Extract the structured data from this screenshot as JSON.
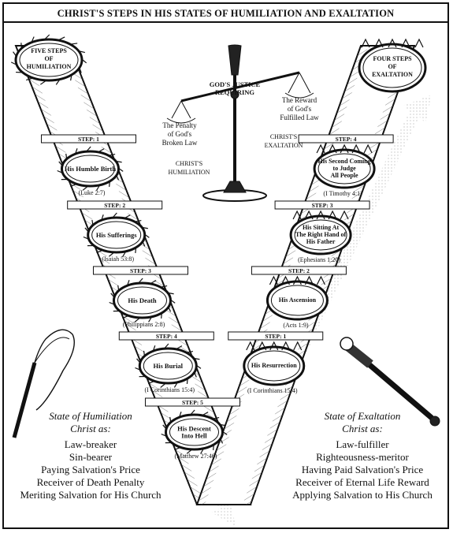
{
  "title": "CHRIST'S STEPS IN HIS STATES OF HUMILIATION AND EXALTATION",
  "humiliation": {
    "header": [
      "FIVE STEPS",
      "OF",
      "HUMILIATION"
    ],
    "steps": [
      {
        "step": "STEP: 1",
        "name": [
          "His Humble Birth"
        ],
        "ref": "(Luke 2:7)"
      },
      {
        "step": "STEP: 2",
        "name": [
          "His Sufferings"
        ],
        "ref": "(Isaiah 53:8)"
      },
      {
        "step": "STEP: 3",
        "name": [
          "His Death"
        ],
        "ref": "(Philippians 2:8)"
      },
      {
        "step": "STEP: 4",
        "name": [
          "His Burial"
        ],
        "ref": "(I Corinthians 15:4)"
      },
      {
        "step": "STEP: 5",
        "name": [
          "His Descent",
          "Into Hell"
        ],
        "ref": "(Matthew 27:46)"
      }
    ],
    "state_heading": [
      "State of Humiliation",
      "Christ as:"
    ],
    "roles": [
      "Law-breaker",
      "Sin-bearer",
      "Paying Salvation's Price",
      "Receiver of Death Penalty",
      "Meriting Salvation for His Church"
    ]
  },
  "exaltation": {
    "header": [
      "FOUR STEPS",
      "OF",
      "EXALTATION"
    ],
    "steps": [
      {
        "step": "STEP: 4",
        "name": [
          "His Second Coming",
          "to Judge",
          "All People"
        ],
        "ref": "(I Timothy 4:1)"
      },
      {
        "step": "STEP: 3",
        "name": [
          "His Sitting At",
          "The Right Hand of",
          "His Father"
        ],
        "ref": "(Ephesians 1:20)"
      },
      {
        "step": "STEP: 2",
        "name": [
          "His Ascension"
        ],
        "ref": "(Acts 1:9)"
      },
      {
        "step": "STEP: 1",
        "name": [
          "His Resurrection"
        ],
        "ref": "(I Corinthians 15:4)"
      }
    ],
    "state_heading": [
      "State of Exaltation",
      "Christ as:"
    ],
    "roles": [
      "Law-fulfiller",
      "Righteousness-meritor",
      "Having Paid Salvation's Price",
      "Receiver of Eternal Life Reward",
      "Applying Salvation to His Church"
    ]
  },
  "scales": {
    "center": [
      "GOD'S JUSTICE",
      "REQUIRING"
    ],
    "left_pan": [
      "The Penalty",
      "of God's",
      "Broken Law"
    ],
    "right_pan": [
      "The Reward",
      "of God's",
      "Fulfilled Law"
    ],
    "left_caption": [
      "CHRIST'S",
      "HUMILIATION"
    ],
    "right_caption": [
      "CHRIST'S",
      "EXALTATION"
    ]
  }
}
